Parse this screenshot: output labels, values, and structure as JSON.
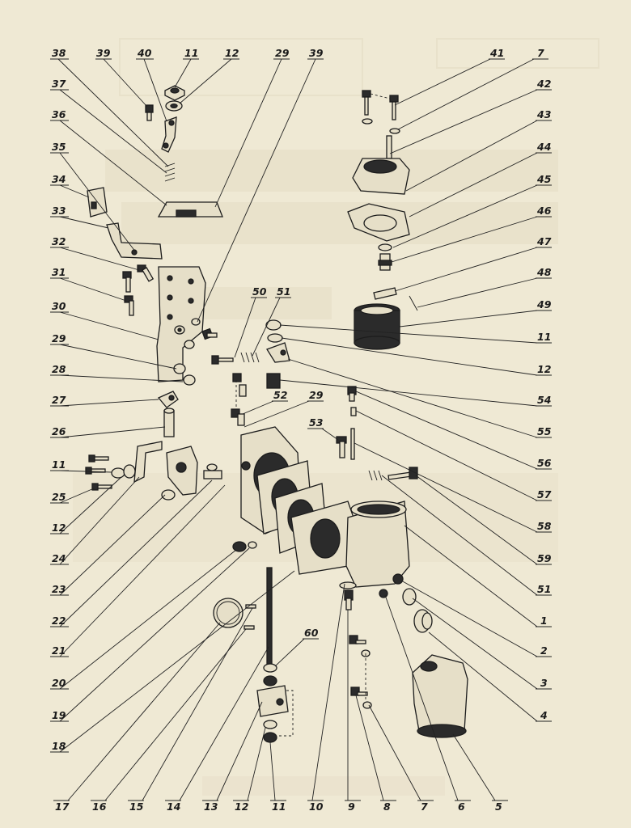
{
  "callouts": {
    "top_left": [
      "38",
      "39",
      "40",
      "11",
      "12",
      "29",
      "39"
    ],
    "top_right": [
      "41",
      "7"
    ],
    "left": [
      "37",
      "36",
      "35",
      "34",
      "33",
      "32",
      "31",
      "30",
      "29",
      "28",
      "27",
      "26",
      "11",
      "25",
      "12",
      "24",
      "23",
      "22",
      "21",
      "20",
      "19",
      "18"
    ],
    "right": [
      "42",
      "43",
      "44",
      "45",
      "46",
      "47",
      "48",
      "49",
      "11",
      "12",
      "54",
      "55",
      "56",
      "57",
      "58",
      "59",
      "51",
      "1",
      "2",
      "3",
      "4"
    ],
    "bottom": [
      "17",
      "16",
      "15",
      "14",
      "13",
      "12",
      "11",
      "10",
      "9",
      "8",
      "7",
      "6",
      "5"
    ],
    "interior": [
      "50",
      "51",
      "52",
      "29",
      "53",
      "60"
    ]
  }
}
